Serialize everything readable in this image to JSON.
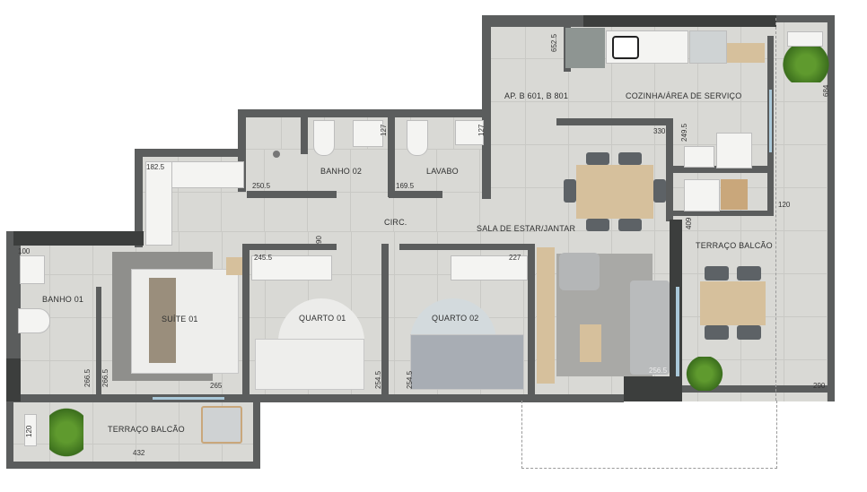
{
  "rooms": {
    "apartment": "AP. B 601, B 801",
    "kitchen": "COZINHA/ÁREA DE SERVIÇO",
    "living": "SALA DE ESTAR/JANTAR",
    "terrace_right": "TERRAÇO BALCÃO",
    "bath02": "BANHO 02",
    "lavabo": "LAVABO",
    "circ": "CIRC.",
    "bath01": "BANHO 01",
    "suite01": "SUÍTE 01",
    "quarto01": "QUARTO 01",
    "quarto02": "QUARTO 02",
    "terrace_left": "TERRAÇO BALCÃO"
  },
  "dimensions": {
    "kitchen_depth": "652.5",
    "terrace_right_length": "684",
    "dining_width": "330",
    "service_depth": "249.5",
    "terrace_right_width": "120",
    "living_depth": "409",
    "terrace_right_bottom": "290",
    "living_width": "256.5",
    "bath02_sink": "127",
    "lavabo_sink": "127",
    "bath02_width": "250.5",
    "lavabo_width": "169.5",
    "closet_width": "182.5",
    "circ_width": "90",
    "bath01_width": "100",
    "quarto01_width": "245.5",
    "quarto02_width": "227",
    "bath01_depth": "266.5",
    "suite_depth": "266.5",
    "suite_width": "265",
    "quarto01_depth": "254.5",
    "quarto02_depth": "254.5",
    "terrace_left_depth": "120",
    "terrace_left_width": "432"
  }
}
